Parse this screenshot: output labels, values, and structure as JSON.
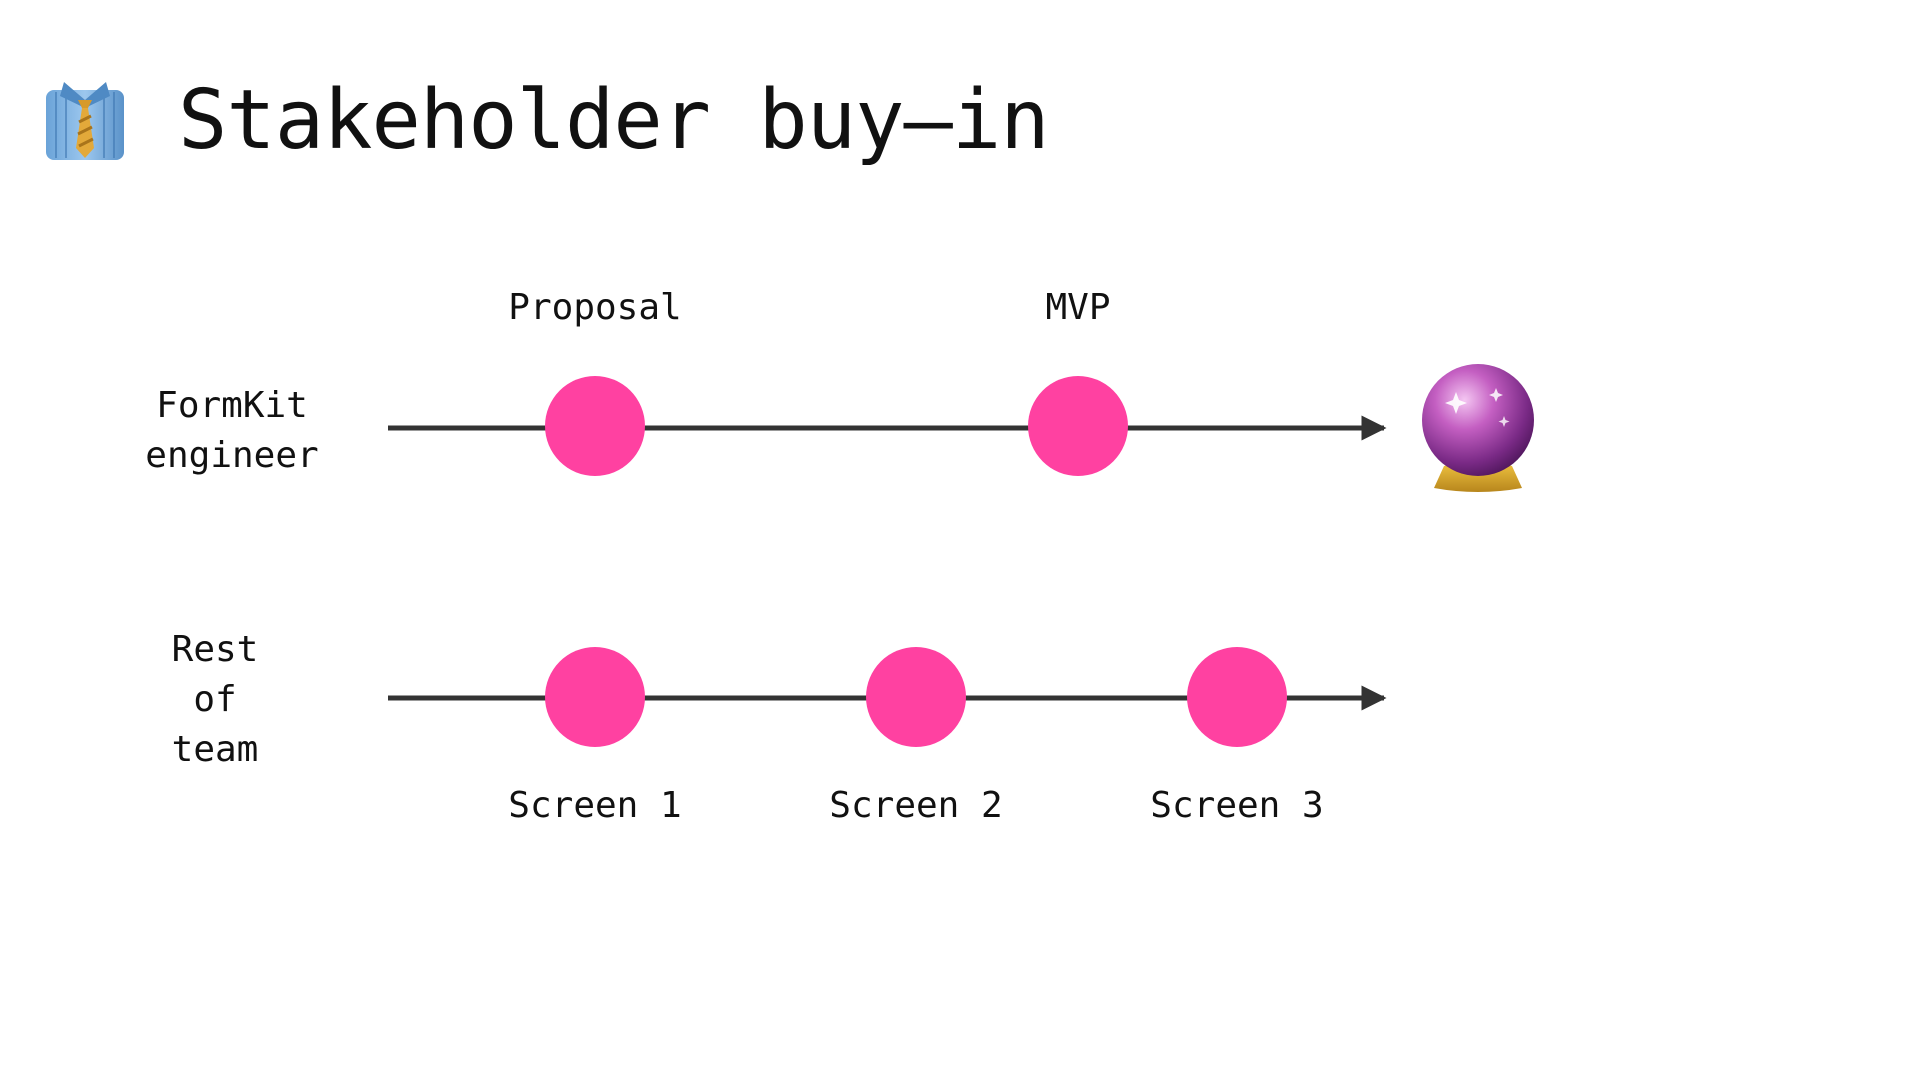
{
  "slide": {
    "title": "Stakeholder buy–in",
    "title_icon": "necktie-shirt-icon",
    "end_icon": "crystal-ball-icon"
  },
  "colors": {
    "milestone": "#ff41a1",
    "line": "#333333",
    "text": "#111111"
  },
  "rows": [
    {
      "label_lines": [
        "FormKit",
        "engineer"
      ],
      "milestones": [
        "Proposal",
        "MVP"
      ],
      "labels_position": "above"
    },
    {
      "label_lines": [
        "Rest",
        "of",
        "team"
      ],
      "milestones": [
        "Screen 1",
        "Screen 2",
        "Screen 3"
      ],
      "labels_position": "below"
    }
  ]
}
